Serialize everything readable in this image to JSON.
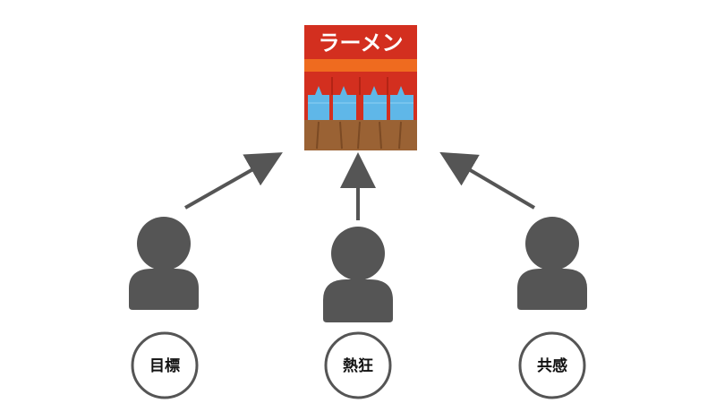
{
  "shop": {
    "sign_text": "ラーメン",
    "icon": "ramen-shop-icon"
  },
  "people": [
    {
      "label": "目標",
      "icon": "person-icon"
    },
    {
      "label": "熱狂",
      "icon": "person-icon"
    },
    {
      "label": "共感",
      "icon": "person-icon"
    }
  ],
  "colors": {
    "person": "#555555",
    "arrow": "#555555",
    "circle_stroke": "#555555",
    "sign_red": "#d32f1f",
    "awning_orange": "#ef6b1f",
    "awning_red": "#d32f1f",
    "window_blue": "#5fb7e8",
    "wood_brown": "#9a6234"
  }
}
